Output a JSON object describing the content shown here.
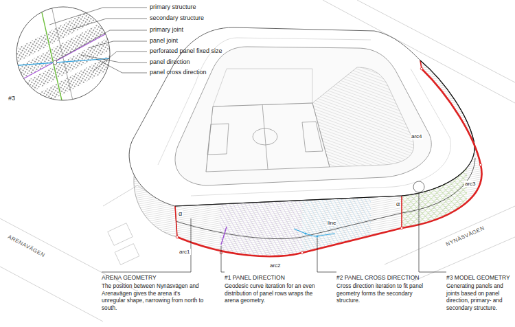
{
  "diagram": {
    "labels": [
      "primary structure",
      "secondary structure",
      "primary joint",
      "panel joint",
      "perforated panel fixed size",
      "panel direction",
      "panel cross direction",
      "#3",
      "arc4",
      "arc3",
      "α",
      "α",
      "line",
      "ARENAVÄGEN",
      "NYNÄSVÄGEN",
      "arc1",
      "arc2",
      "ARENA GEOMETRY",
      "The position between Nynäsvägen and Arenavägen gives the arena it's unregular shape, narrowing from north to south.",
      "#1 PANEL DIRECTION",
      "Geodesic curve iteration for an even distribution of panel rows wraps the arena geometry.",
      "#2 PANEL CROSS DIRECTION",
      "Cross direction iteration to fit panel geometry forms the secondary structure.",
      "#3 MODEL GEOMETRY",
      "Generating panels and joints based on panel direction, primary- and secondary structure."
    ]
  }
}
